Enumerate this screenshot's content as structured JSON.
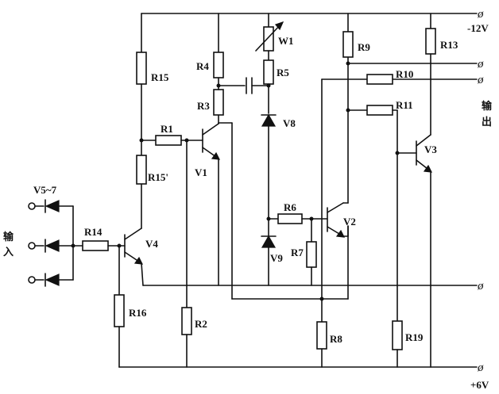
{
  "supply": {
    "negative": "-12V",
    "positive": "+6V"
  },
  "terminal_glyph": "ø",
  "output_label": [
    "输",
    "出"
  ],
  "input_label": [
    "输",
    "入"
  ],
  "components": {
    "R1": "R1",
    "R2": "R2",
    "R3": "R3",
    "R4": "R4",
    "R5": "R5",
    "R6": "R6",
    "R7": "R7",
    "R8": "R8",
    "R9": "R9",
    "R10": "R10",
    "R11": "R11",
    "R13": "R13",
    "R14": "R14",
    "R15": "R15",
    "R15p": "R15'",
    "R16": "R16",
    "R19": "R19",
    "W1": "W1",
    "V1": "V1",
    "V2": "V2",
    "V3": "V3",
    "V4": "V4",
    "V5_7": "V5~7",
    "V8": "V8",
    "V9": "V9"
  }
}
